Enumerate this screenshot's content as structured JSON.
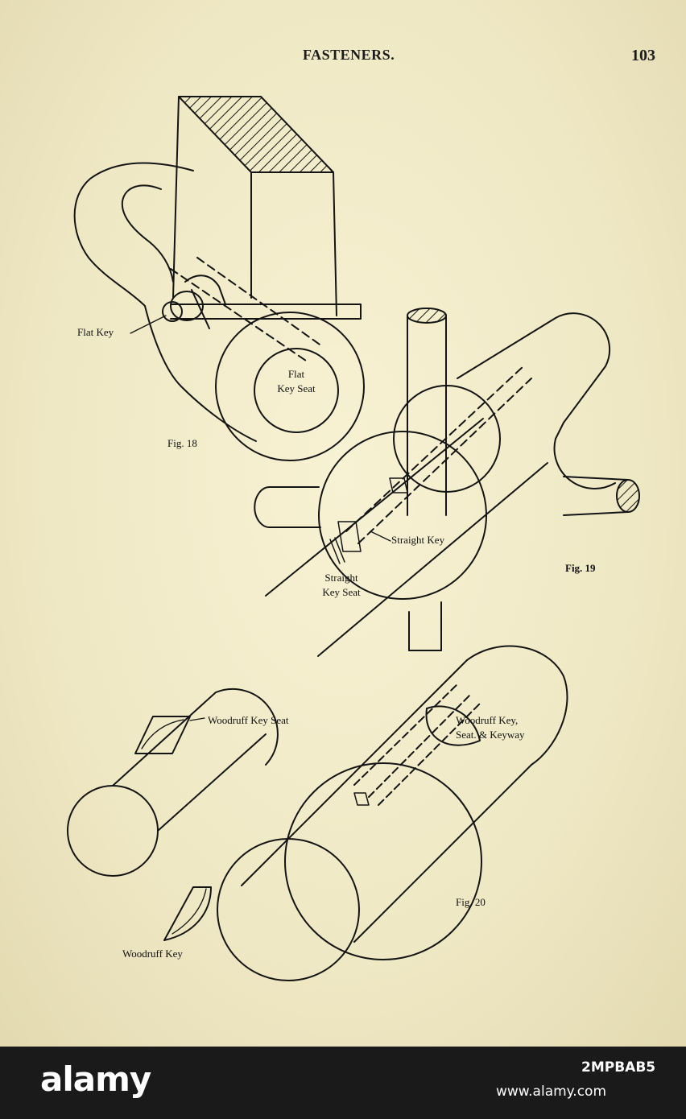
{
  "page": {
    "running_title": "FASTENERS.",
    "page_number": "103"
  },
  "figures": {
    "fig18": {
      "caption": "Fig. 18",
      "labels": {
        "flat_key": "Flat Key",
        "flat_key_seat_line1": "Flat",
        "flat_key_seat_line2": "Key Seat"
      }
    },
    "fig19": {
      "caption": "Fig. 19",
      "labels": {
        "straight_key": "Straight Key",
        "straight_key_seat_line1": "Straight",
        "straight_key_seat_line2": "Key Seat"
      }
    },
    "fig20": {
      "caption": "Fig. 20",
      "labels": {
        "woodruff_key_seat": "Woodruff Key Seat",
        "woodruff_key_seat_keyway_line1": "Woodruff Key,",
        "woodruff_key_seat_keyway_line2": "Seat. & Keyway",
        "woodruff_key": "Woodruff Key"
      }
    }
  },
  "watermark": {
    "brand": "alamy",
    "image_id": "2MPBAB5",
    "url": "www.alamy.com"
  },
  "colors": {
    "paper": "#efe8c4",
    "ink": "#111111",
    "footer": "#1a1a1a"
  }
}
